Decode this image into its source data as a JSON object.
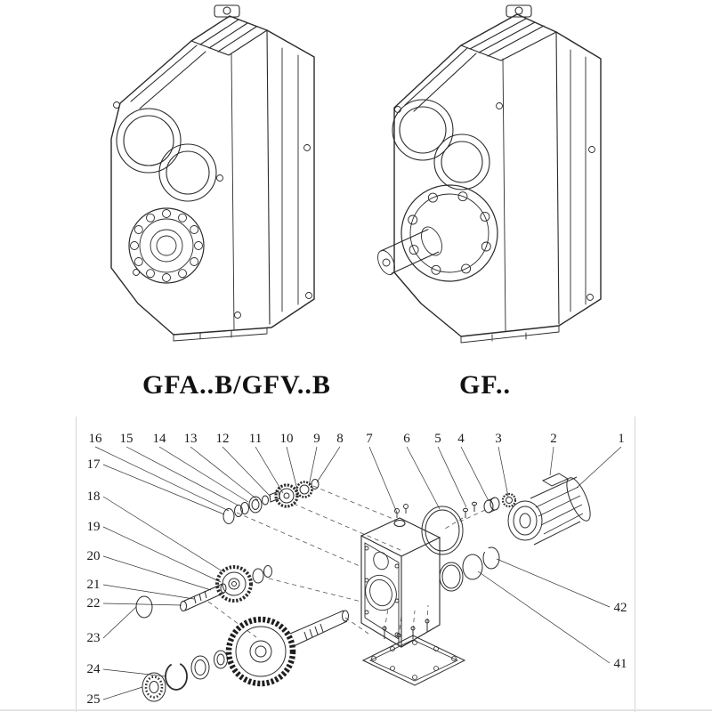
{
  "page": {
    "background": "#ffffff",
    "ink_color": "#2b2b2b"
  },
  "products": [
    {
      "id": "gfab",
      "label": "GFA..B/GFV..B"
    },
    {
      "id": "gf",
      "label": "GF.."
    }
  ],
  "exploded": {
    "callouts_top": [
      "16",
      "15",
      "14",
      "13",
      "12",
      "11",
      "10",
      "9",
      "8",
      "7",
      "6",
      "5",
      "4",
      "3",
      "2",
      "1"
    ],
    "callouts_left": [
      "17",
      "18",
      "19",
      "20",
      "21",
      "22",
      "23",
      "24",
      "25"
    ],
    "callouts_right": [
      "42",
      "41"
    ]
  }
}
